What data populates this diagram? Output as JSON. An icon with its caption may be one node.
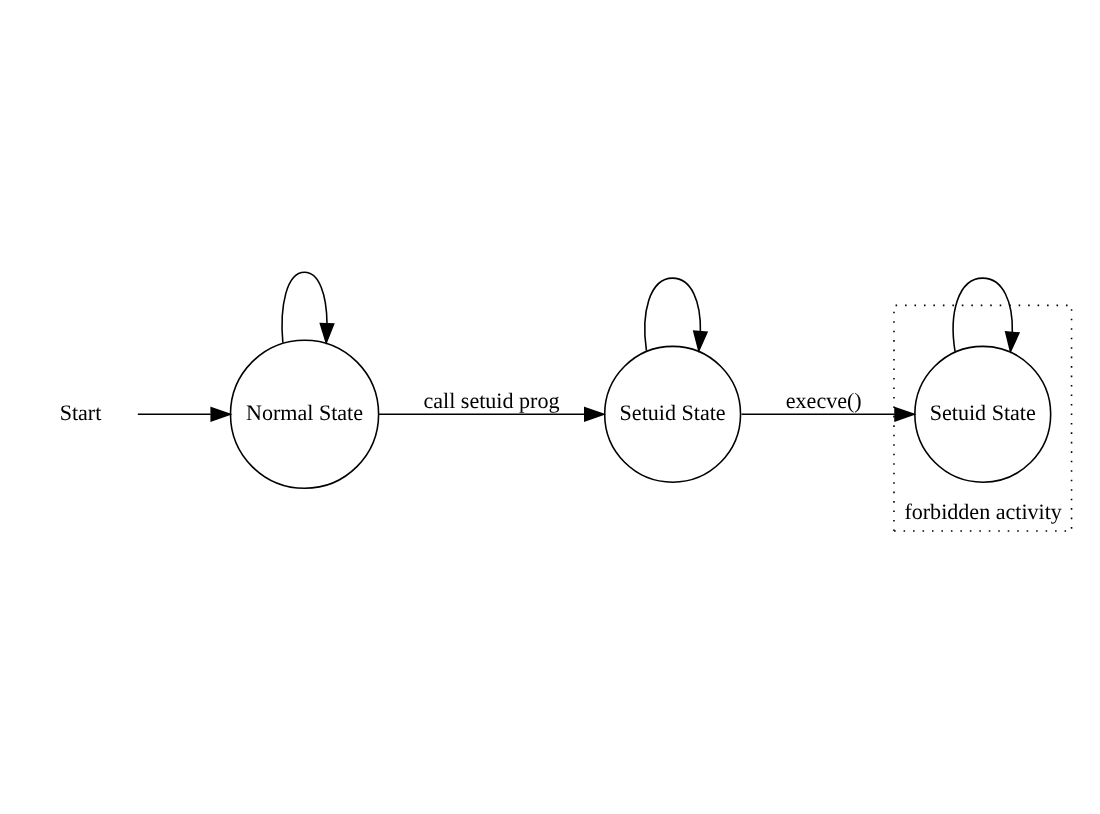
{
  "diagram": {
    "nodes": [
      {
        "text": [
          "Start"
        ]
      },
      {
        "text": [
          "Normal State"
        ]
      },
      {
        "text": [
          "Setuid State"
        ]
      },
      {
        "text": [
          "forbidden activity"
        ]
      },
      {
        "text": [
          "Setuid State"
        ],
        "in": 3
      }
    ],
    "edges": [
      {
        "from": 1,
        "to": 1,
        "arrow": "to"
      },
      {
        "from": 2,
        "to": 2,
        "arrow": "to"
      },
      {
        "from": 0,
        "to": 1,
        "arrow": "to"
      },
      {
        "from": 1,
        "to": 2,
        "arrow": "to",
        "label": "call setuid prog"
      },
      {
        "from": 4,
        "to": 4,
        "arrow": "to"
      },
      {
        "from": 2,
        "to": 4,
        "arrow": "to",
        "label": "execve()"
      }
    ]
  }
}
